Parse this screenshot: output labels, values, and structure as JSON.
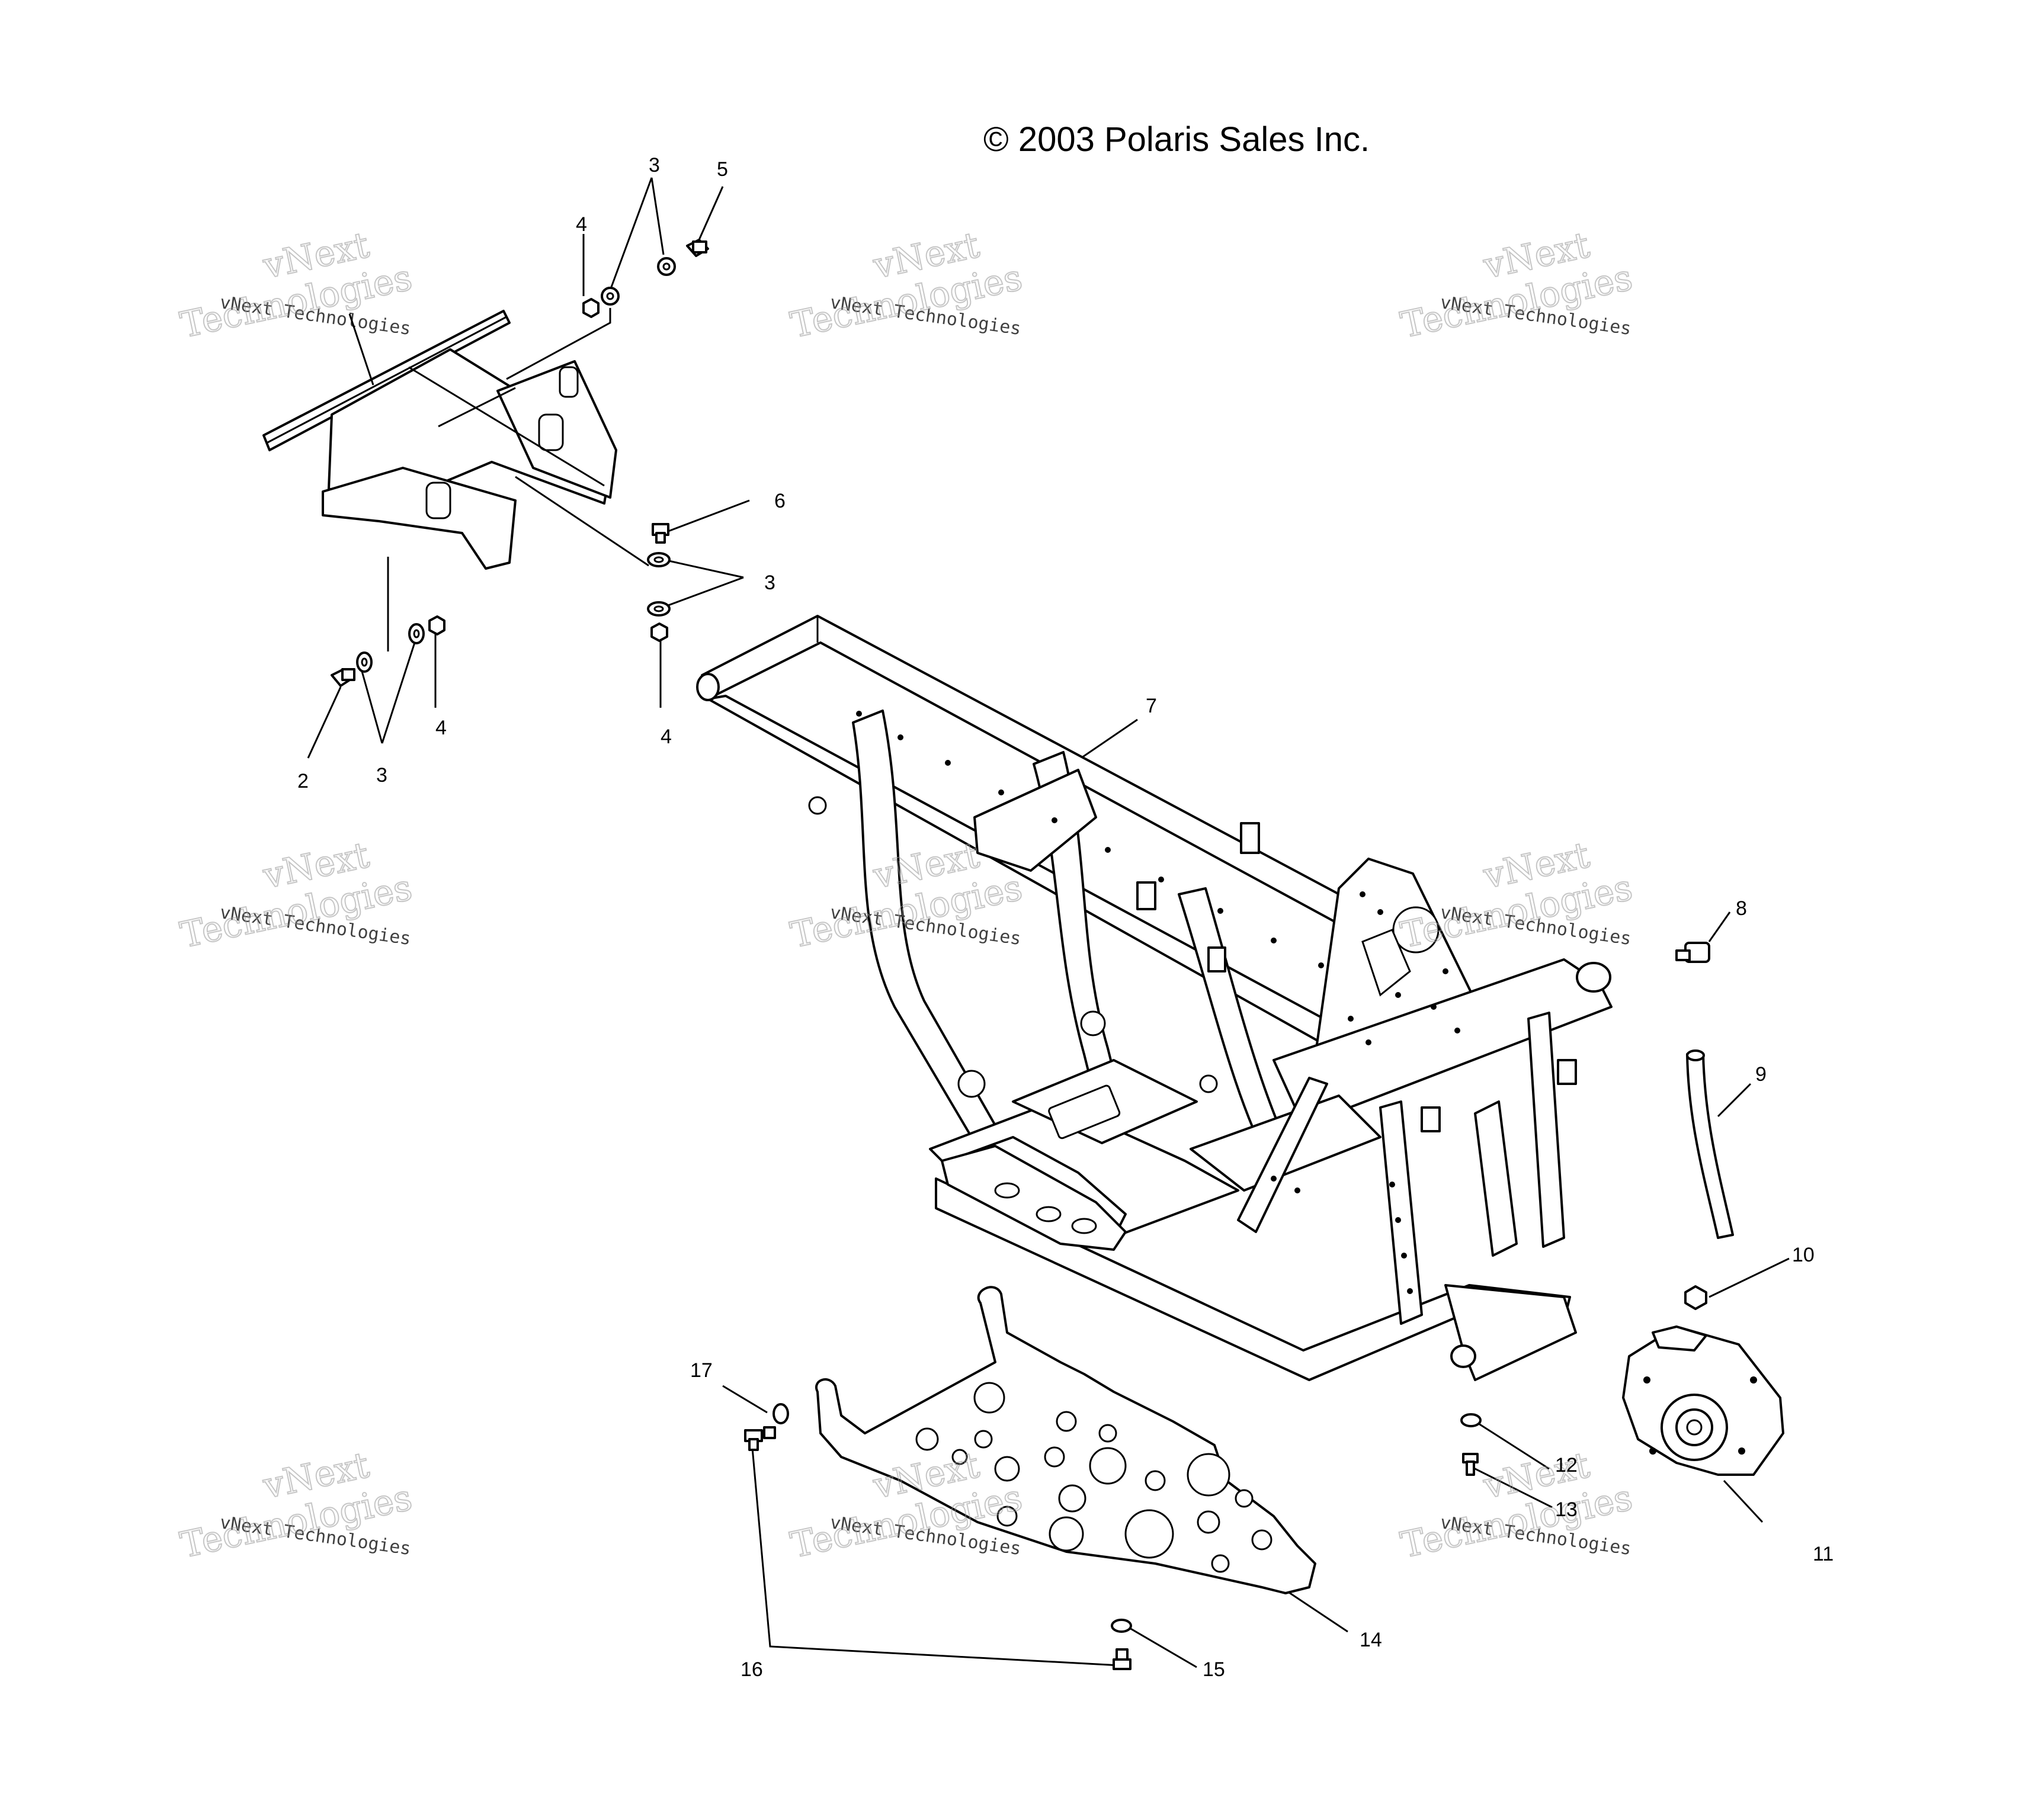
{
  "copyright": "© 2003 Polaris Sales Inc.",
  "watermark": {
    "line1": "vNext",
    "line2": "vNext Technologies",
    "line3": "Technologies"
  },
  "callouts": {
    "c2": "2",
    "c3a": "3",
    "c3b": "3",
    "c3c": "3",
    "c4a": "4",
    "c4b": "4",
    "c4c": "4",
    "c5": "5",
    "c6": "6",
    "c7": "7",
    "c8": "8",
    "c9": "9",
    "c10": "10",
    "c11": "11",
    "c12": "12",
    "c13": "13",
    "c14": "14",
    "c15": "15",
    "c16": "16",
    "c17": "17"
  }
}
